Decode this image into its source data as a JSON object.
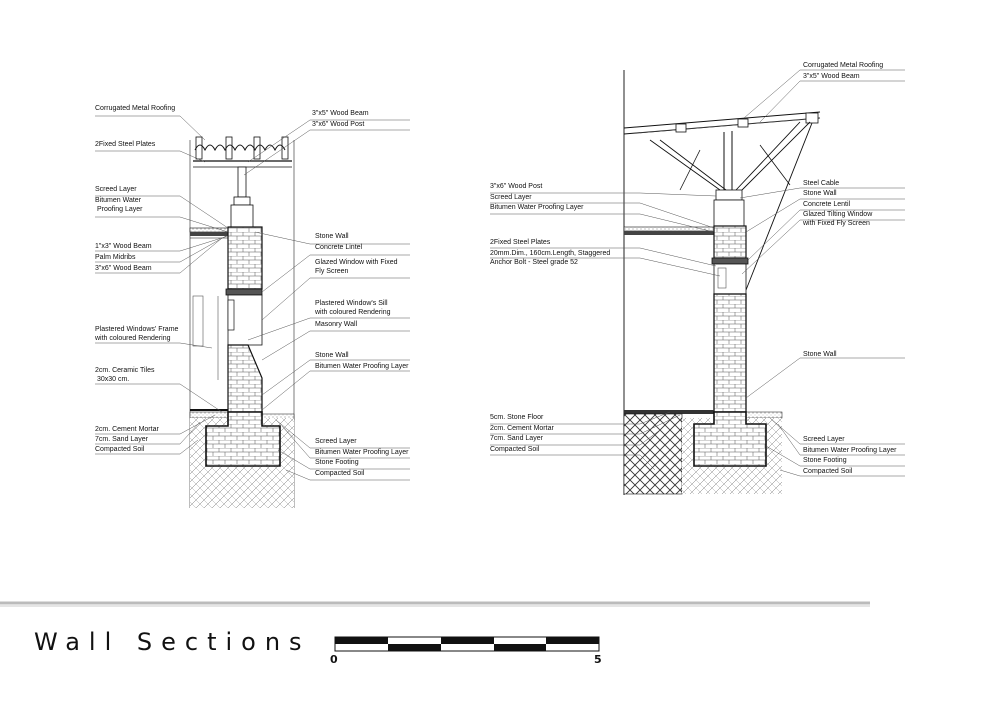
{
  "title": "Wall Sections",
  "scale": {
    "start": "0",
    "end": "5"
  },
  "left_section": {
    "left_labels": [
      "Corrugated Metal Roofing",
      "2Fixed Steel Plates",
      "Screed Layer",
      "Bitumen Water\n Proofing Layer",
      "1\"x3\" Wood Beam",
      "Palm Midribs",
      "3\"x6\" Wood Beam",
      "Plastered Windows' Frame\nwith coloured Rendering",
      "2cm. Ceramic Tiles\n 30x30 cm.",
      "2cm. Cement Mortar",
      "7cm. Sand Layer",
      "Compacted Soil"
    ],
    "right_labels": [
      "3\"x5\" Wood Beam",
      "3\"x6\" Wood Post",
      "Stone Wall",
      "Concrete Lintel",
      "Glazed Window with Fixed\nFly Screen",
      "Plastered Window's Sill\nwith coloured Rendering",
      "Masonry Wall",
      "Stone Wall",
      "Bitumen Water Proofing Layer",
      "Screed Layer",
      "Bitumen Water Proofing Layer",
      "Stone Footing",
      "Compacted Soil"
    ]
  },
  "right_section": {
    "left_labels": [
      "3\"x6\" Wood Post",
      "Screed Layer",
      "Bitumen Water Proofing Layer",
      "2Fixed Steel Plates",
      "20mm.Dim., 160cm.Length, Staggered\nAnchor Bolt - Steel grade 52",
      "5cm. Stone Floor",
      "2cm. Cement Mortar",
      "7cm. Sand Layer",
      "Compacted Soil"
    ],
    "right_labels": [
      "Corrugated Metal Roofing",
      "3\"x5\" Wood Beam",
      "Steel Cable",
      "Stone Wall",
      "Concrete Lentil",
      "Glazed Tilting Window\nwith Fixed Fly Screen",
      "Stone Wall",
      "Screed Layer",
      "Bitumen Water Proofing Layer",
      "Stone Footing",
      "Compacted Soil"
    ]
  }
}
